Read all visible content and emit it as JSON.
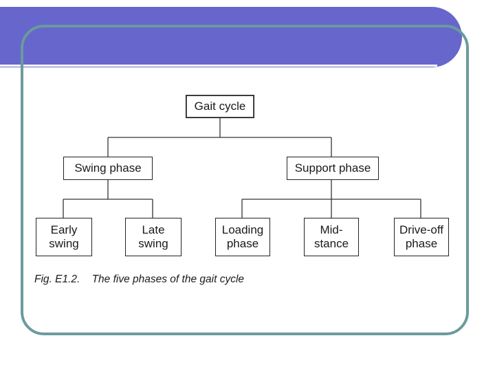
{
  "diagram": {
    "root": {
      "label": "Gait cycle"
    },
    "phases": [
      {
        "label": "Swing phase"
      },
      {
        "label": "Support phase"
      }
    ],
    "subphases": [
      {
        "label": "Early\nswing"
      },
      {
        "label": "Late\nswing"
      },
      {
        "label": "Loading\nphase"
      },
      {
        "label": "Mid-\nstance"
      },
      {
        "label": "Drive-off\nphase"
      }
    ]
  },
  "caption": {
    "figure_number": "Fig. E1.2.",
    "text": "The five phases of the gait cycle"
  },
  "colors": {
    "header": "#6666cc",
    "frame": "#6b9a9c"
  }
}
